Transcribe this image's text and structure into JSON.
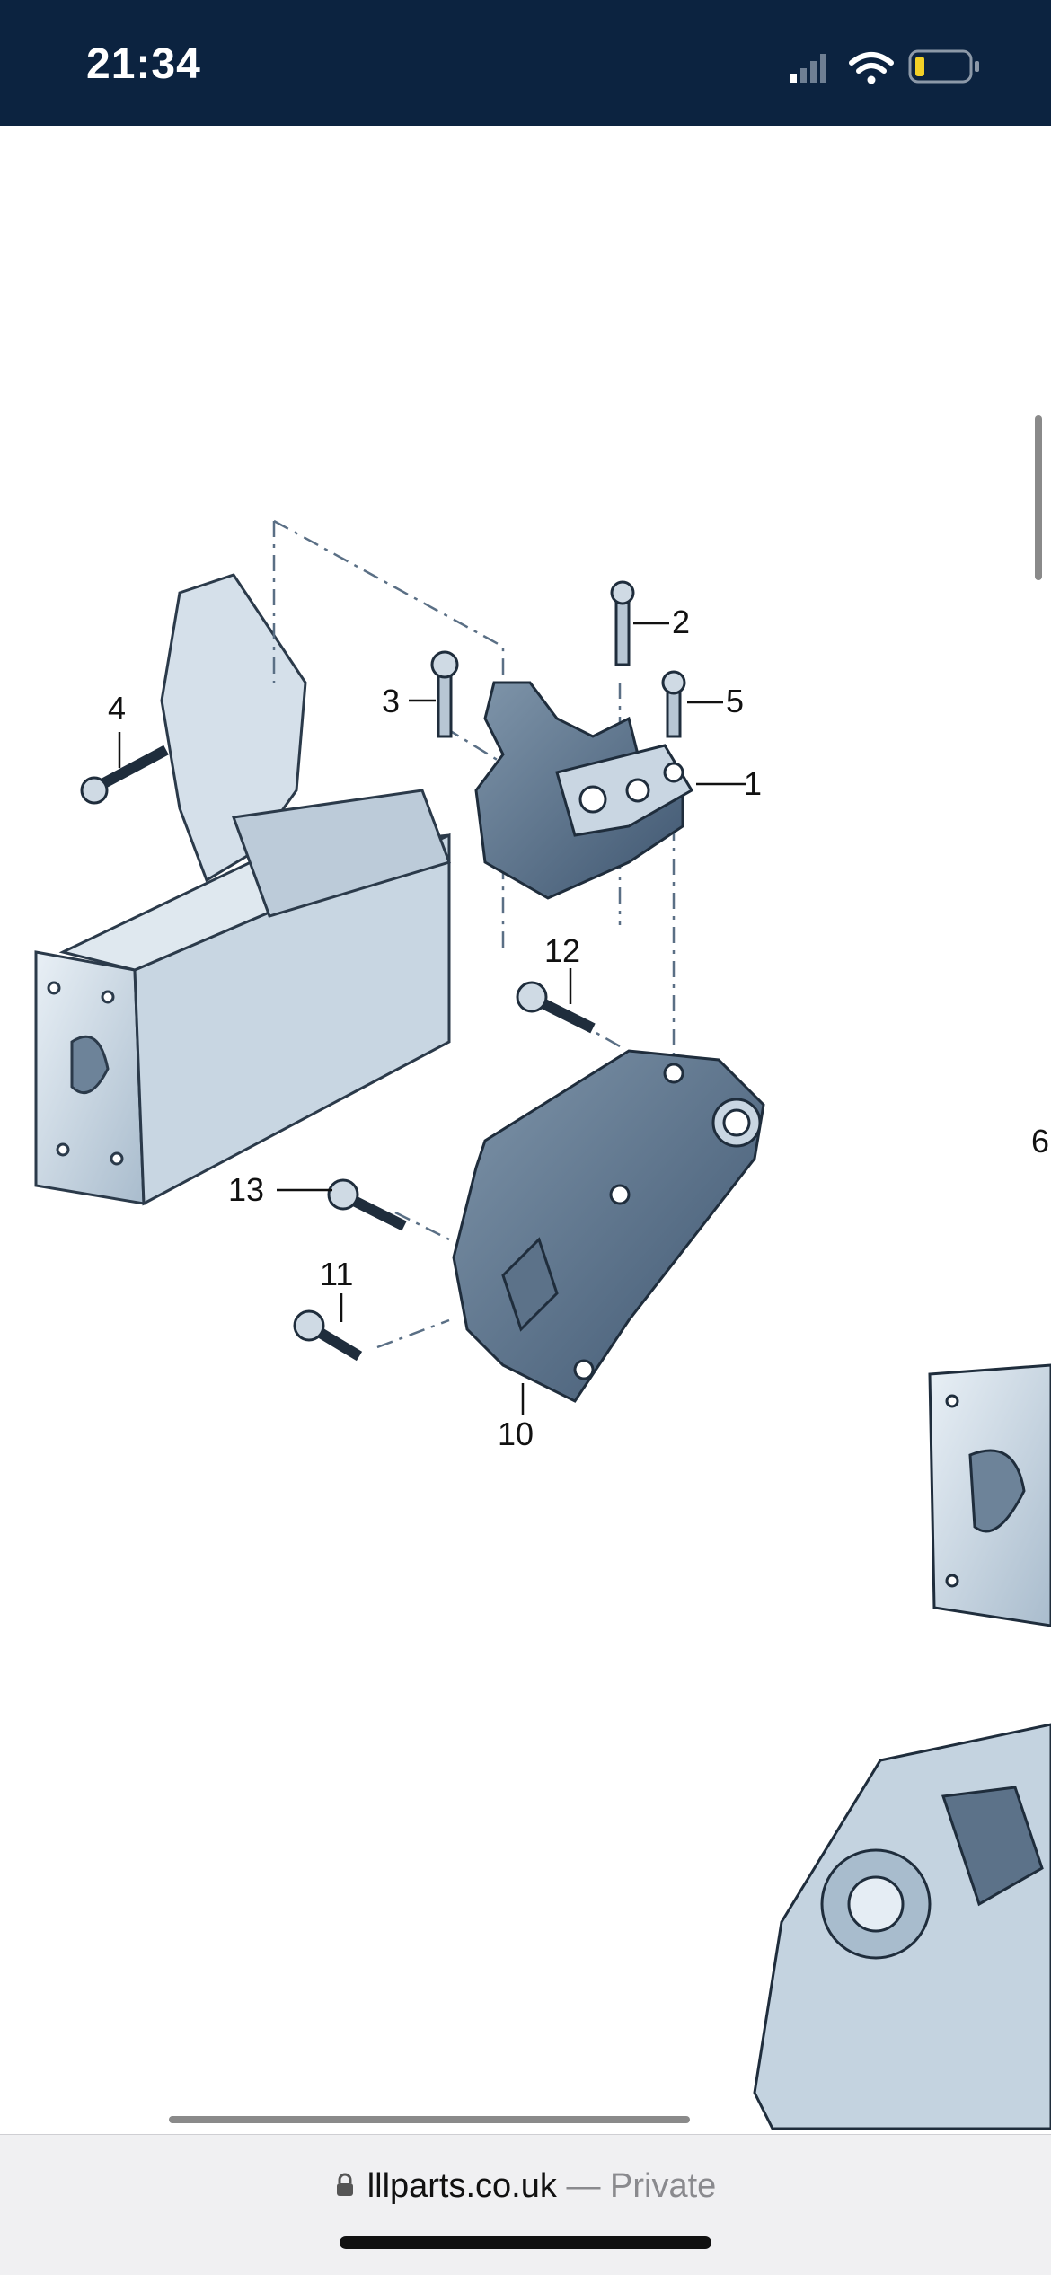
{
  "status_bar": {
    "time": "21:34",
    "icons": [
      "signal-icon",
      "wifi-icon",
      "battery-icon"
    ],
    "bg_color": "#0c2340"
  },
  "diagram": {
    "callouts": [
      "1",
      "2",
      "3",
      "4",
      "5",
      "6",
      "10",
      "11",
      "12",
      "13"
    ]
  },
  "address_bar": {
    "domain": "lllparts.co.uk",
    "separator": " — ",
    "mode": "Private"
  }
}
